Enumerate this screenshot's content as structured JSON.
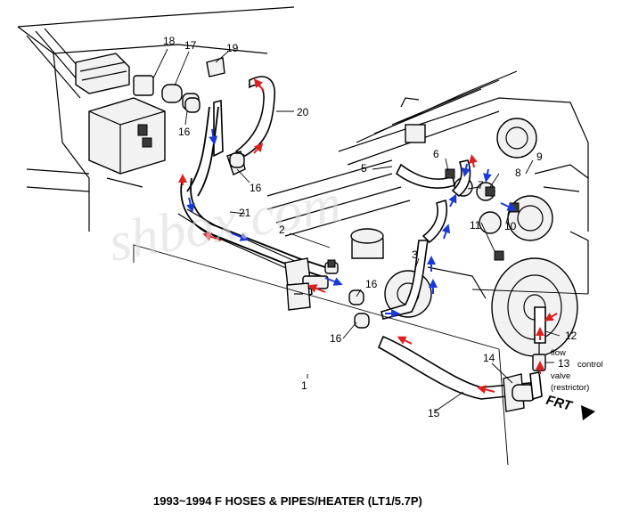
{
  "caption": "1993~1994 F HOSES & PIPES/HEATER (LT1/5.7P)",
  "watermark": "shbox.com",
  "direction_label": "FRT",
  "valve_note": [
    "flow",
    "control",
    "valve",
    "(restrictor)"
  ],
  "callouts": {
    "c1": "1",
    "c2": "2",
    "c3": "3",
    "c5": "5",
    "c6": "6",
    "c7": "7",
    "c8": "8",
    "c9": "9",
    "c10": "10",
    "c11": "11",
    "c12": "12",
    "c13": "13",
    "c14": "14",
    "c15": "15",
    "c16a": "16",
    "c16b": "16",
    "c16c": "16",
    "c16d": "16",
    "c17": "17",
    "c18": "18",
    "c19": "19",
    "c20": "20",
    "c21": "21"
  },
  "colors": {
    "supply_arrow": "#e02020",
    "return_arrow": "#1a3ad8",
    "line": "#000000"
  }
}
